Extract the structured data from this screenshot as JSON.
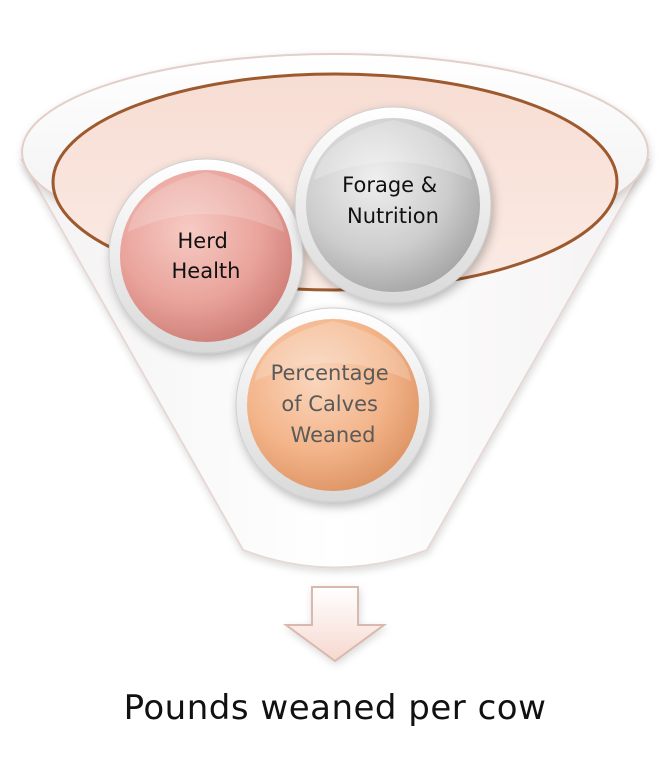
{
  "funnel": {
    "circles": [
      {
        "id": "herd-health",
        "lines": [
          "Herd",
          "Health"
        ],
        "fill": "#e9a39b",
        "text_color": "#111111"
      },
      {
        "id": "forage-nutrition",
        "lines": [
          "Forage &",
          "Nutrition"
        ],
        "fill": "#c9c9c9",
        "text_color": "#111111"
      },
      {
        "id": "percentage-of-calves-weaned",
        "lines": [
          "Percentage",
          "of Calves",
          "Weaned"
        ],
        "fill": "#f3b489",
        "text_color": "#5a5a5a"
      }
    ]
  },
  "result": {
    "label": "Pounds weaned per cow"
  }
}
